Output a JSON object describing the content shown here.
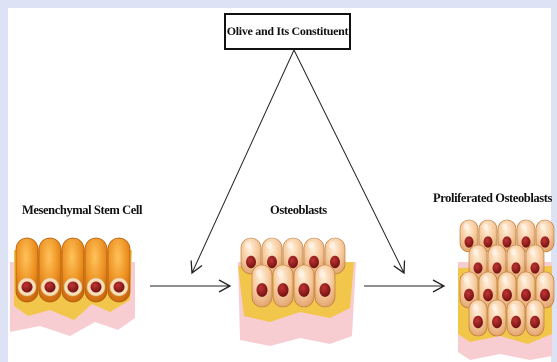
{
  "title": "Olive and Its Constituent",
  "stages": [
    {
      "label": "Mesenchymal Stem Cell"
    },
    {
      "label": "Osteoblasts"
    },
    {
      "label": "Proliferated Osteoblasts"
    }
  ],
  "colors": {
    "background": "#dde3f5",
    "panel": "#ffffff",
    "tissue_pink": "#f7cdd2",
    "matrix_yellow": "#f2c64a",
    "stem_cell_orange": "#e8891c",
    "osteoblast_peach": "#f5c59a",
    "nucleus_red": "#8e1b1b",
    "arrow": "#222222"
  },
  "icons": {
    "stem_cells": "mesenchymal-stem-cell-cluster",
    "osteoblasts": "osteoblast-cluster",
    "proliferated": "proliferated-osteoblast-cluster"
  }
}
